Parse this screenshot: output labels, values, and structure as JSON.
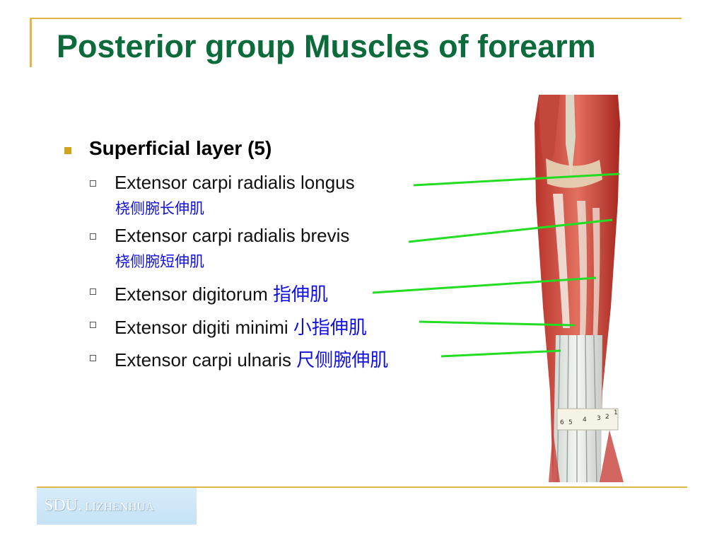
{
  "slide": {
    "title": "Posterior group Muscles of forearm",
    "heading": "Superficial layer (5)",
    "items": [
      {
        "en": "Extensor carpi radialis longus",
        "cn": "桡侧腕长伸肌"
      },
      {
        "en": "Extensor carpi radialis brevis",
        "cn": "桡侧腕短伸肌"
      },
      {
        "en": "Extensor digitorum",
        "cn": "指伸肌"
      },
      {
        "en": "Extensor digiti minimi",
        "cn": "小指伸肌"
      },
      {
        "en": "Extensor carpi ulnaris",
        "cn": "尺侧腕伸肌"
      }
    ],
    "tendon_numbers": [
      "6",
      "5",
      "4",
      "3",
      "2",
      "1"
    ]
  },
  "footer": {
    "org": "SDU.",
    "author": "LIZHENHUA"
  },
  "colors": {
    "title": "#0b6b3a",
    "accent": "#e0b84a",
    "chinese": "#1010e0",
    "leader": "#22dd22"
  }
}
